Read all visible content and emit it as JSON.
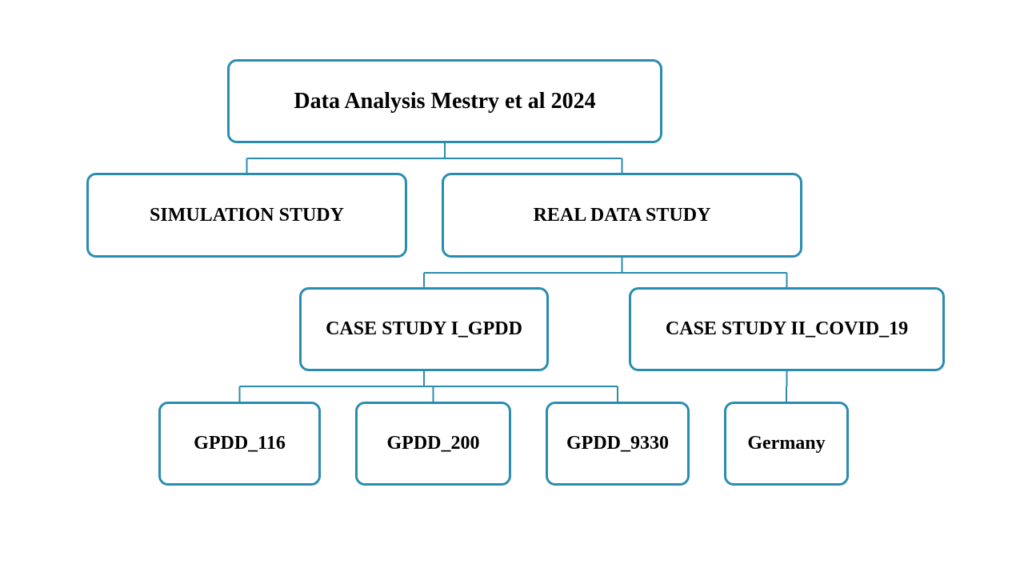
{
  "diagram": {
    "root": {
      "label": "Data Analysis Mestry et al 2024"
    },
    "simulation": {
      "label": "SIMULATION STUDY"
    },
    "real_data": {
      "label": "REAL DATA STUDY"
    },
    "case_study_1": {
      "label": "CASE STUDY I_GPDD"
    },
    "case_study_2": {
      "label": "CASE STUDY II_COVID_19"
    },
    "gpdd_116": {
      "label": "GPDD_116"
    },
    "gpdd_200": {
      "label": "GPDD_200"
    },
    "gpdd_9330": {
      "label": "GPDD_9330"
    },
    "germany": {
      "label": "Germany"
    },
    "edges": [
      [
        "root",
        "simulation"
      ],
      [
        "root",
        "real_data"
      ],
      [
        "real_data",
        "case_study_1"
      ],
      [
        "real_data",
        "case_study_2"
      ],
      [
        "case_study_1",
        "gpdd_116"
      ],
      [
        "case_study_1",
        "gpdd_200"
      ],
      [
        "case_study_1",
        "gpdd_9330"
      ],
      [
        "case_study_2",
        "germany"
      ]
    ]
  },
  "colors": {
    "box_border": "#2a8db0",
    "connector": "#2a8db0",
    "text": "#000000",
    "background": "#ffffff"
  }
}
